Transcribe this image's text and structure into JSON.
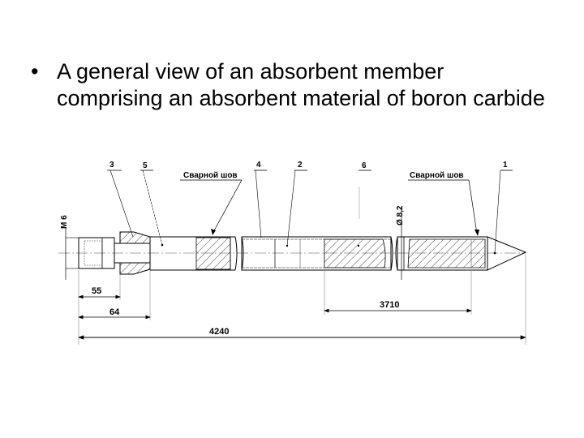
{
  "slide": {
    "bullet_symbol": "•",
    "bullet_text": "A general view of an absorbent member comprising an absorbent material of boron carbide"
  },
  "drawing": {
    "callouts": {
      "part_3": "3",
      "part_5": "5",
      "weld_left": "Сварной шов",
      "part_4": "4",
      "part_2": "2",
      "part_6": "6",
      "weld_right": "Сварной шов",
      "part_1": "1"
    },
    "thread_label": "M 6",
    "diameter_label": "Ø 8,2",
    "dimensions": {
      "d55": "55",
      "d64": "64",
      "d3710": "3710",
      "d4240": "4240"
    }
  }
}
